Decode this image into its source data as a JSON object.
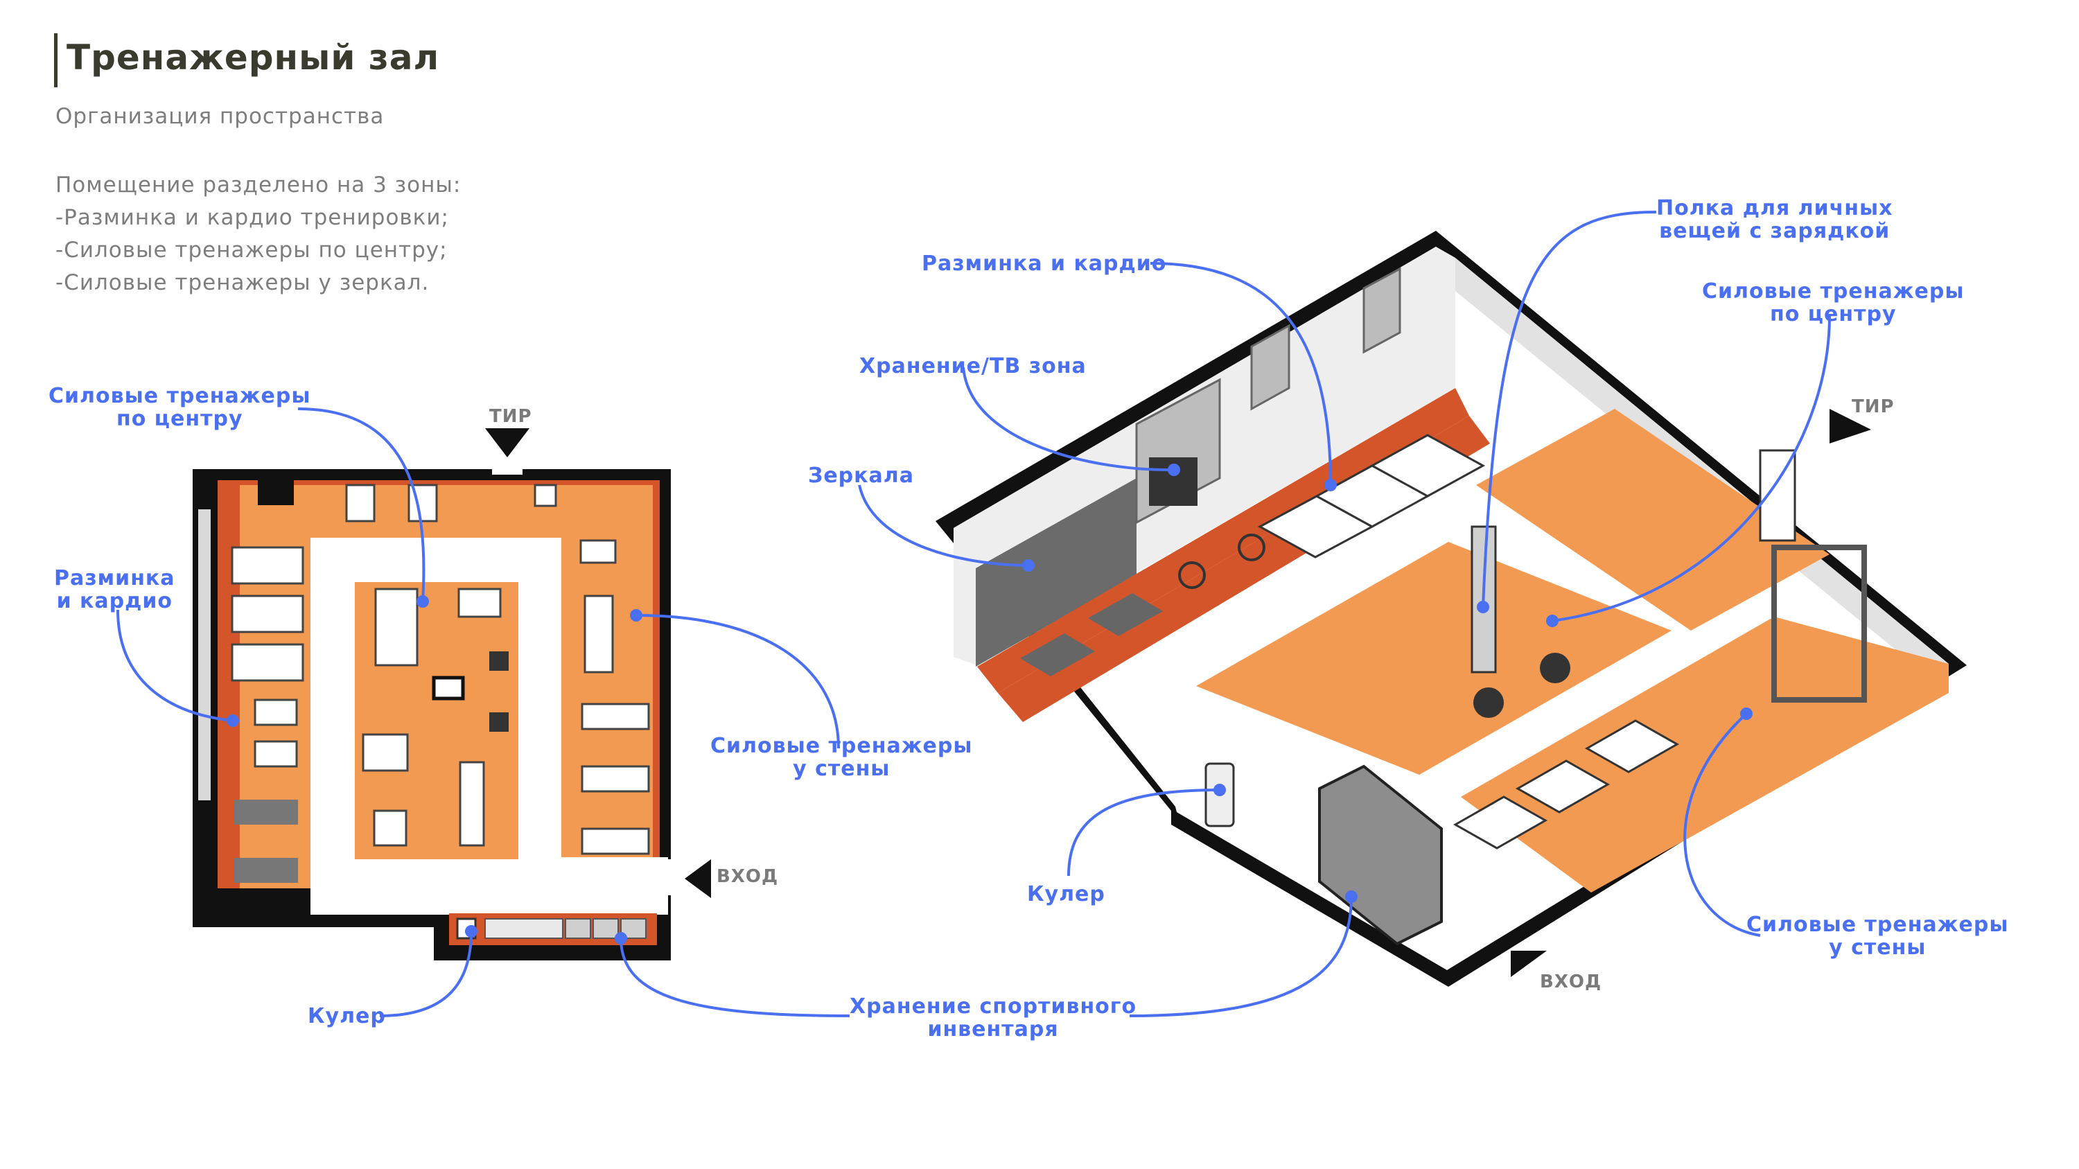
{
  "header": {
    "title": "Тренажерный зал",
    "subtitle": "Организация пространства"
  },
  "description": {
    "lines": [
      "Помещение разделено на 3 зоны:",
      "-Разминка и кардио тренировки;",
      "-Силовые тренажеры по центру;",
      "-Силовые тренажеры у зеркал."
    ]
  },
  "plan": {
    "labels": {
      "strength_center": "Силовые тренажеры\nпо центру",
      "warmup_cardio": "Разминка\nи кардио",
      "strength_wall": "Силовые тренажеры\nу стены",
      "cooler": "Кулер",
      "storage": "Хранение спортивного\nинвентаря"
    },
    "directions": {
      "tir": "ТИР",
      "entrance": "ВХОД"
    }
  },
  "axonometric": {
    "labels": {
      "warmup_cardio": "Разминка и кардио",
      "storage_tv": "Хранение/ТВ зона",
      "mirrors": "Зеркала",
      "shelf": "Полка для личных\nвещей с зарядкой",
      "strength_center": "Силовые тренажеры\nпо центру",
      "cooler": "Кулер",
      "strength_wall": "Силовые тренажеры\nу стены"
    },
    "directions": {
      "tir": "ТИР",
      "entrance": "ВХОД"
    }
  },
  "colors": {
    "accent_blue": "#4a6ff0",
    "floor_dark_orange": "#d4552a",
    "floor_light_orange": "#f39a52",
    "wall_black": "#111111",
    "text_dark": "#3a3a2e",
    "text_gray": "#7d7d7d"
  }
}
